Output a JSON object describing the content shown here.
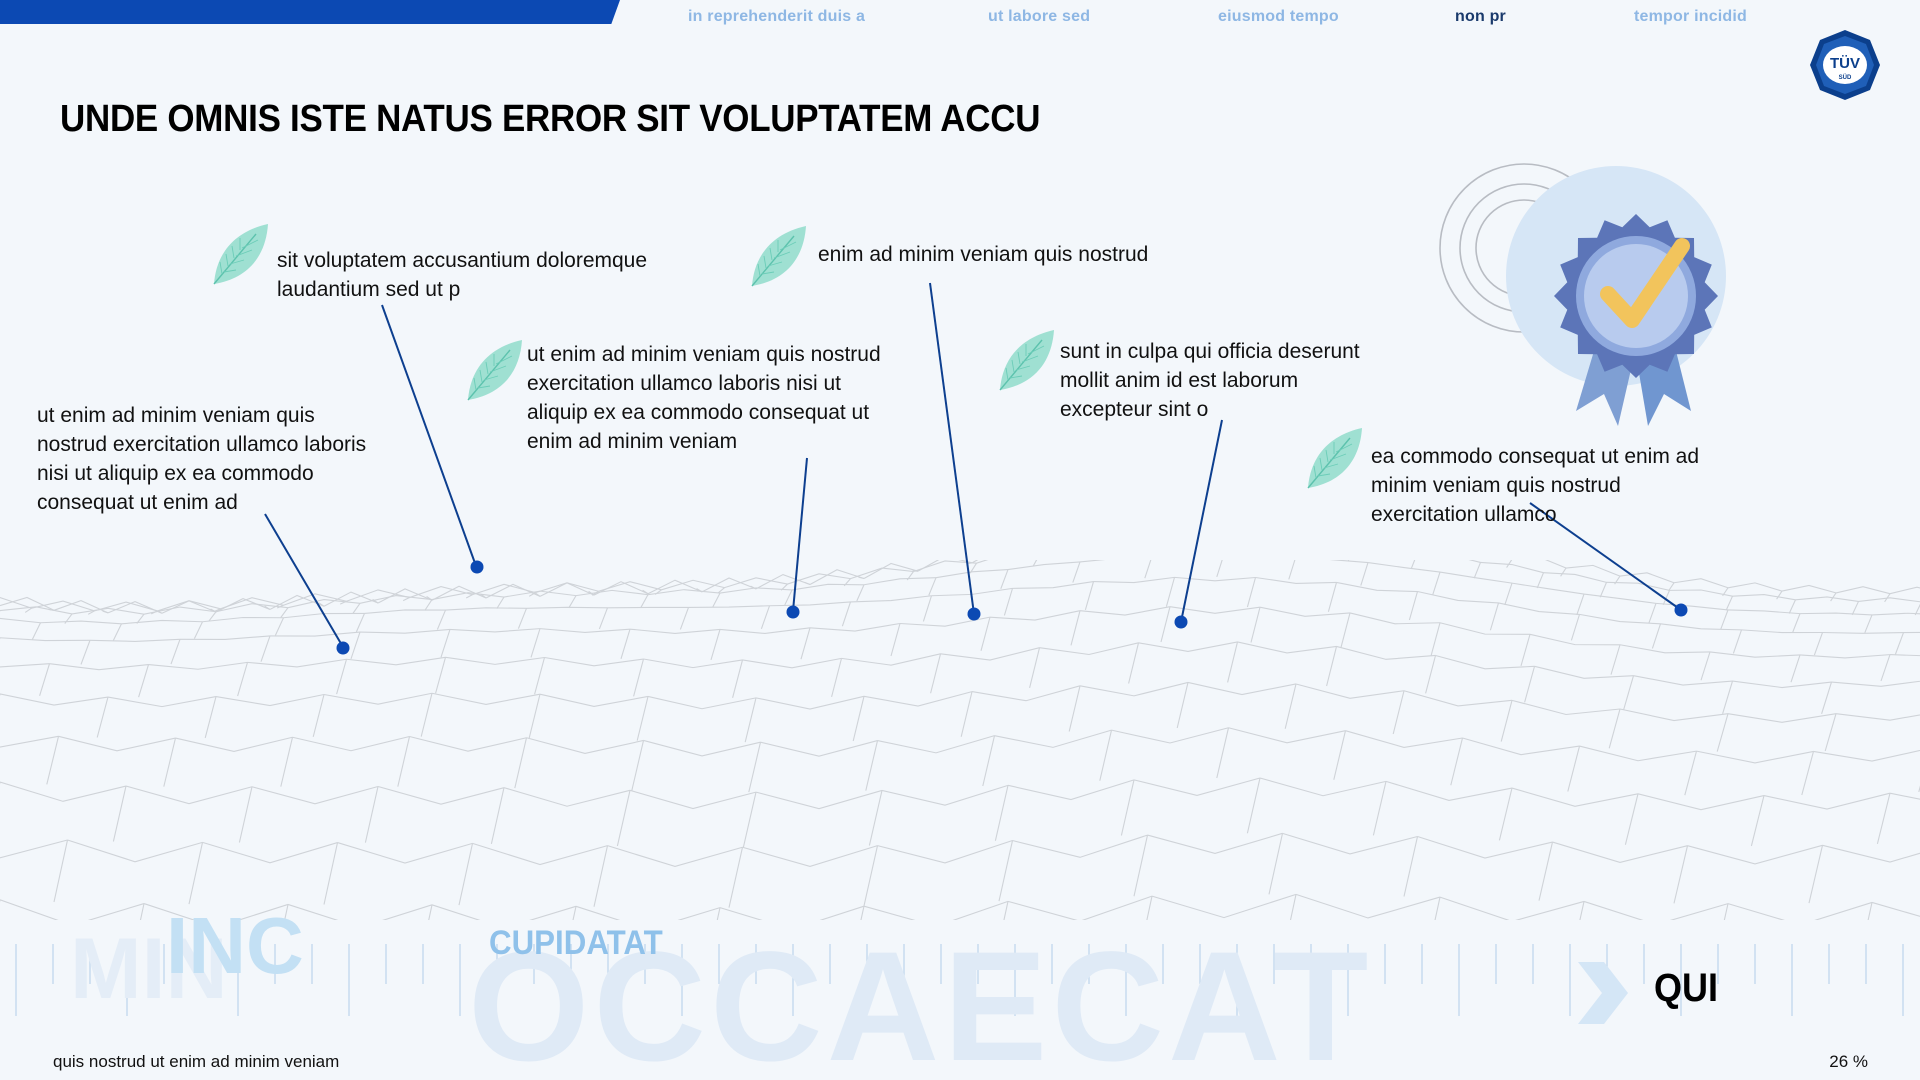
{
  "nav": {
    "items": [
      {
        "label": "in reprehenderit duis a",
        "active": false
      },
      {
        "label": "ut labore sed",
        "active": false
      },
      {
        "label": "eiusmod tempo",
        "active": false
      },
      {
        "label": "non pr",
        "active": true
      },
      {
        "label": "tempor incidid",
        "active": false
      }
    ]
  },
  "logo": {
    "main": "TÜV",
    "sub": "SÜD"
  },
  "title": "UNDE OMNIS ISTE NATUS ERROR SIT VOLUPTATEM ACCU",
  "notes": [
    "sit voluptatem accusantium doloremque laudantium sed ut p",
    "enim ad minim veniam quis nostrud",
    "ut enim ad minim veniam quis nostrud exercitation ullamco laboris nisi ut aliquip ex ea commodo consequat ut enim ad minim veniam",
    "sunt in culpa qui officia deserunt mollit anim id est laborum excepteur sint o",
    "ut enim ad minim veniam quis nostrud exercitation ullamco laboris nisi ut aliquip ex ea commodo consequat ut enim ad",
    "ea commodo consequat ut enim ad minim veniam quis nostrud exercitation ullamco"
  ],
  "decor": {
    "big": "OCCAECAT",
    "min": "MIN",
    "inc": "INC",
    "cup": "CUPIDATAT",
    "qui": "QUI"
  },
  "footer": {
    "left": "quis nostrud ut enim ad minim veniam",
    "right": "26 %"
  },
  "colors": {
    "accent": "#0c49b3",
    "line": "#0d3f8f",
    "leaf": "#7fd6c4"
  }
}
